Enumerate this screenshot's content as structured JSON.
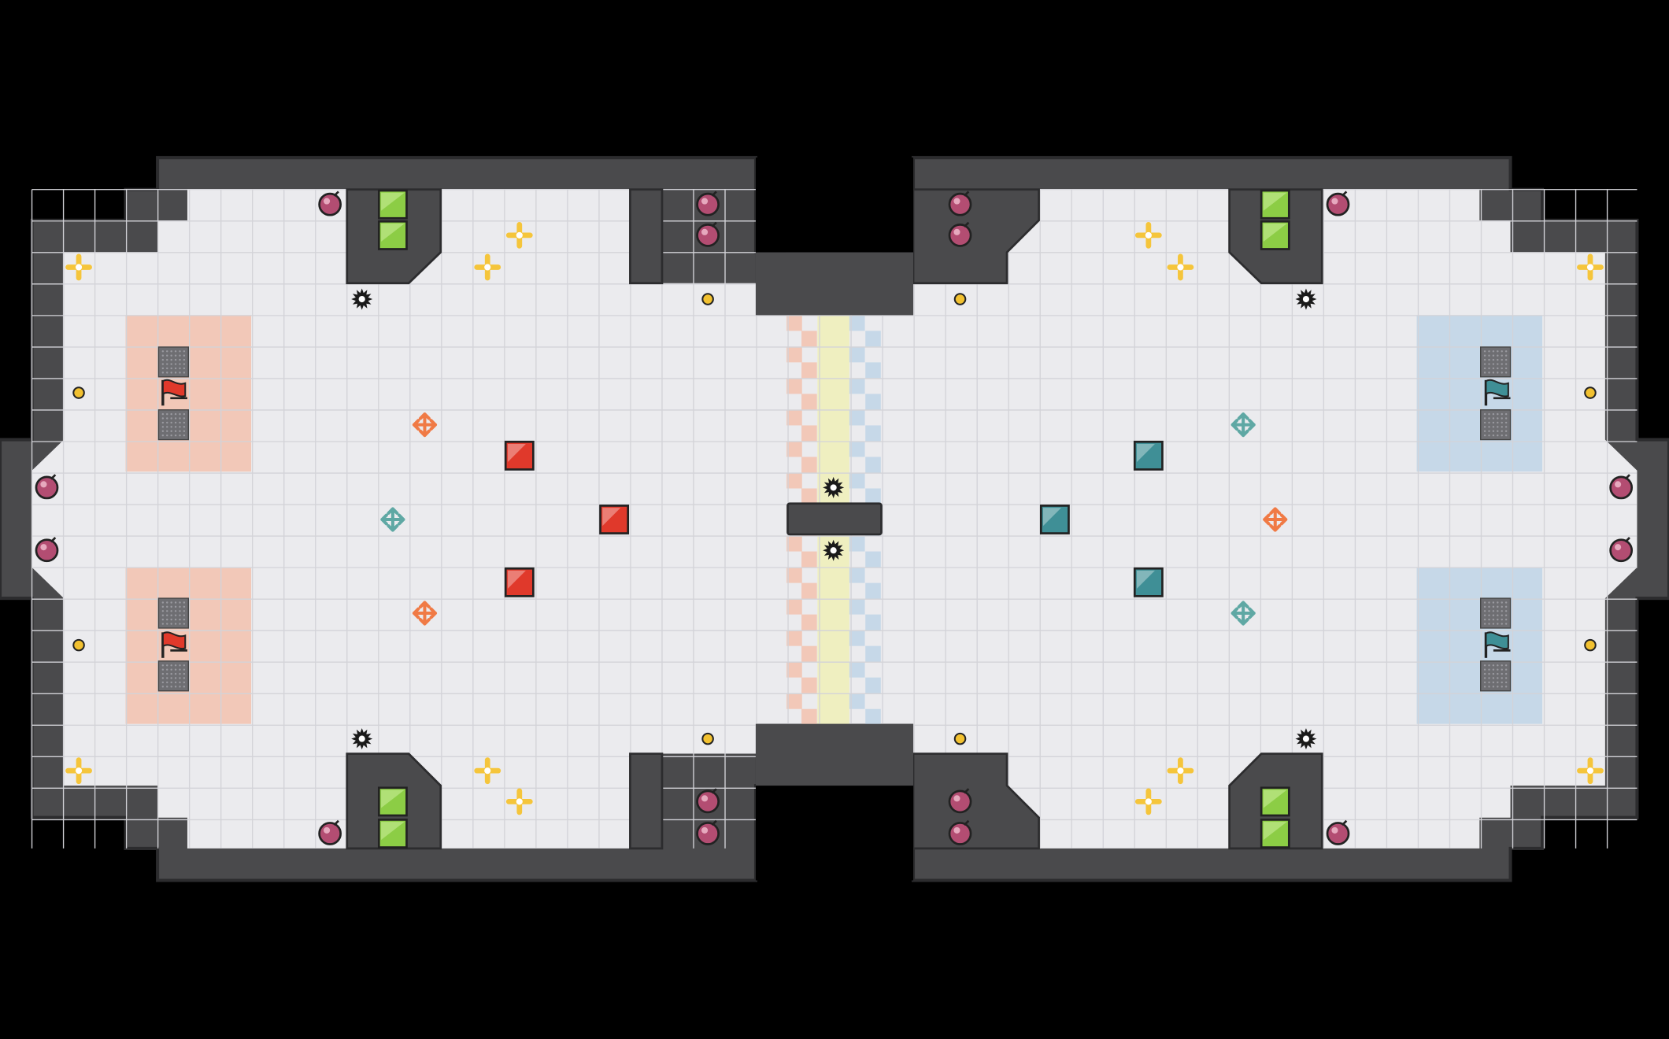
{
  "game": {
    "title": "",
    "grid": {
      "cols": 49,
      "rows": 21
    },
    "colors": {
      "background": "#000000",
      "wall": "#4a4a4c",
      "wall_edge": "#2c2c2e",
      "floor": "#ebebee",
      "floor_line": "#d3d3d8",
      "red_base": "#f2c8b8",
      "blue_base": "#c6d8e8",
      "center_yellow": "#efefc0",
      "red_team": "#e0392b",
      "blue_team": "#3f8f96",
      "speed_pad": "#f5c53b",
      "boost_orange": "#f07a45",
      "boost_teal": "#5fa8a4",
      "bomb": "#b34d72",
      "gate": "#8ccd45",
      "spike": "#1a1a1a",
      "token": "#f2c130"
    },
    "teams": [
      {
        "name": "red",
        "flag_icon": "red-flag-icon"
      },
      {
        "name": "blue",
        "flag_icon": "blue-flag-icon"
      }
    ],
    "legend_icons": [
      "speed-pad-icon",
      "boost-orange-icon",
      "boost-teal-icon",
      "bomb-icon",
      "gate-icon",
      "spike-icon",
      "token-icon",
      "flag-icon",
      "block-icon"
    ]
  }
}
